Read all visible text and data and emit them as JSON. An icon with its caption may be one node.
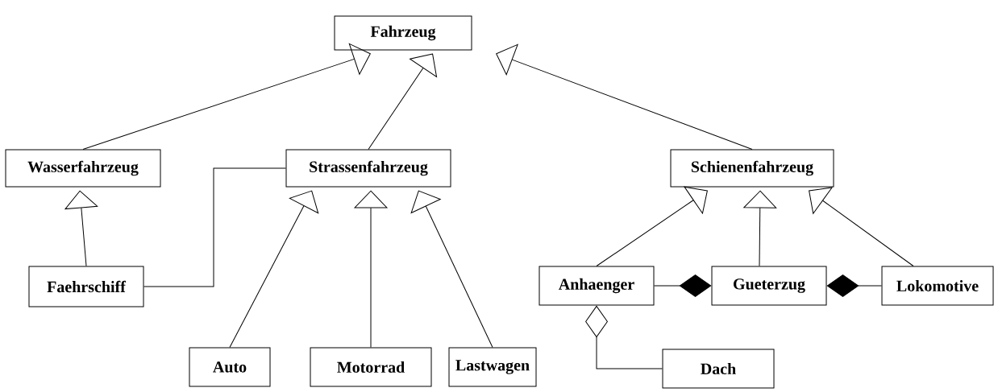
{
  "diagram": {
    "nodes": [
      {
        "text": [
          "Fahrzeug"
        ]
      },
      {
        "text": [
          "Wasserfahrzeug"
        ]
      },
      {
        "text": [
          "Strassenfahrzeug"
        ]
      },
      {
        "text": [
          "Schienenfahrzeug"
        ]
      },
      {
        "text": [
          "Faehrschiff"
        ]
      },
      {
        "text": [
          "Auto"
        ]
      },
      {
        "text": [
          "Motorrad"
        ]
      },
      {
        "text": [
          "Lastwagen"
        ]
      },
      {
        "text": [
          "Anhaenger"
        ]
      },
      {
        "text": [
          "Gueterzug"
        ]
      },
      {
        "text": [
          "Lokomotive"
        ]
      },
      {
        "text": [
          "Dach"
        ]
      }
    ],
    "edges": [
      {
        "from": 1,
        "to": 0,
        "arrow": "to"
      },
      {
        "from": 2,
        "to": 0,
        "arrow": "to"
      },
      {
        "from": 3,
        "to": 0,
        "arrow": "to"
      },
      {
        "from": 4,
        "to": 1,
        "arrow": "to"
      },
      {
        "from": 4,
        "to": 2,
        "arrow": "none"
      },
      {
        "from": 5,
        "to": 2,
        "arrow": "to"
      },
      {
        "from": 6,
        "to": 2,
        "arrow": "to"
      },
      {
        "from": 7,
        "to": 2,
        "arrow": "to"
      },
      {
        "from": 8,
        "to": 3,
        "arrow": "to"
      },
      {
        "from": 9,
        "to": 3,
        "arrow": "to"
      },
      {
        "from": 10,
        "to": 3,
        "arrow": "to"
      },
      {
        "from": 8,
        "to": 9,
        "arrow": "other"
      },
      {
        "from": 10,
        "to": 9,
        "arrow": "other"
      },
      {
        "from": 11,
        "to": 8,
        "arrow": "other"
      }
    ]
  }
}
